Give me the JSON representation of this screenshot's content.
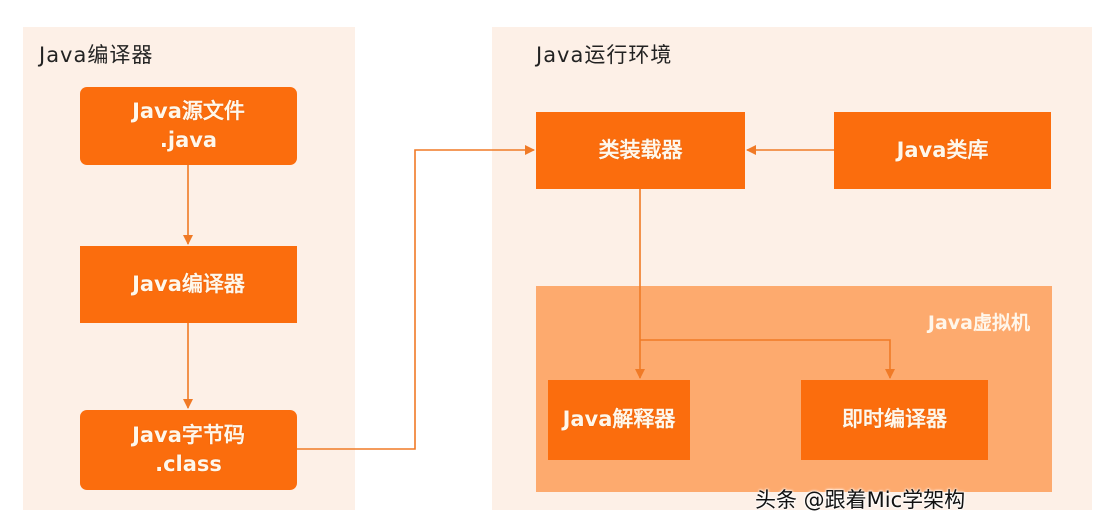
{
  "diagram": {
    "compiler_panel": {
      "title": "Java编译器",
      "nodes": {
        "source": {
          "line1": "Java源文件",
          "line2": ".java"
        },
        "compiler": {
          "label": "Java编译器"
        },
        "bytecode": {
          "line1": "Java字节码",
          "line2": ".class"
        }
      }
    },
    "runtime_panel": {
      "title": "Java运行环境",
      "nodes": {
        "class_loader": {
          "label": "类装载器"
        },
        "class_library": {
          "label": "Java类库"
        }
      },
      "jvm": {
        "title": "Java虚拟机",
        "nodes": {
          "interpreter": {
            "label": "Java解释器"
          },
          "jit": {
            "label": "即时编译器"
          }
        }
      }
    },
    "edges": [
      {
        "from": "Java源文件",
        "to": "Java编译器"
      },
      {
        "from": "Java编译器",
        "to": "Java字节码"
      },
      {
        "from": "Java字节码",
        "to": "类装载器"
      },
      {
        "from": "Java类库",
        "to": "类装载器"
      },
      {
        "from": "类装载器",
        "to": "Java解释器"
      },
      {
        "from": "类装载器",
        "to": "即时编译器"
      }
    ],
    "colors": {
      "node_fill": "#fb6d0d",
      "panel_bg": "#fdf0e7",
      "jvm_bg": "#fdaa6e",
      "edge": "#f07a26"
    }
  },
  "watermark": "头条 @跟着Mic学架构"
}
